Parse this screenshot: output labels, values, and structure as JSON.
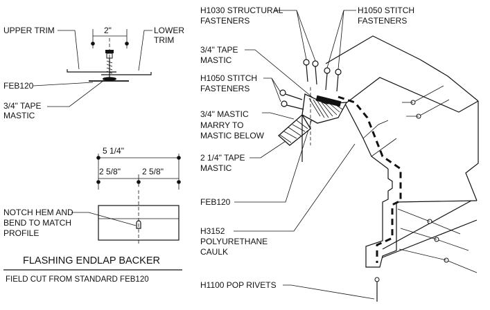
{
  "labels": {
    "upper_trim": "UPPER TRIM",
    "lower_trim_1": "LOWER",
    "lower_trim_2": "TRIM",
    "dim_2in": "2\"",
    "feb120_left": "FEB120",
    "tape_left_1": "3/4\" TAPE",
    "tape_left_2": "MASTIC",
    "dim_5_1_4": "5 1/4\"",
    "dim_2_5_8_a": "2 5/8\"",
    "dim_2_5_8_b": "2 5/8\"",
    "notch_1": "NOTCH HEM AND",
    "notch_2": "BEND TO MATCH",
    "notch_3": "PROFILE",
    "title": "FLASHING ENDLAP BACKER",
    "subtitle": "FIELD CUT FROM STANDARD FEB120",
    "h1030_1": "H1030 STRUCTURAL",
    "h1030_2": "FASTENERS",
    "h1050_top_1": "H1050 STITCH",
    "h1050_top_2": "FASTENERS",
    "tape_mid_1": "3/4\" TAPE",
    "tape_mid_2": "MASTIC",
    "h1050_mid_1": "H1050 STITCH",
    "h1050_mid_2": "FASTENERS",
    "marry_1": "3/4\" MASTIC",
    "marry_2": "MARRY TO",
    "marry_3": "MASTIC BELOW",
    "tape214_1": "2 1/4\" TAPE",
    "tape214_2": "MASTIC",
    "feb120_mid": "FEB120",
    "h3152_1": "H3152",
    "h3152_2": "POLYURETHANE",
    "h3152_3": "CAULK",
    "h1100": "H1100 POP RIVETS"
  }
}
